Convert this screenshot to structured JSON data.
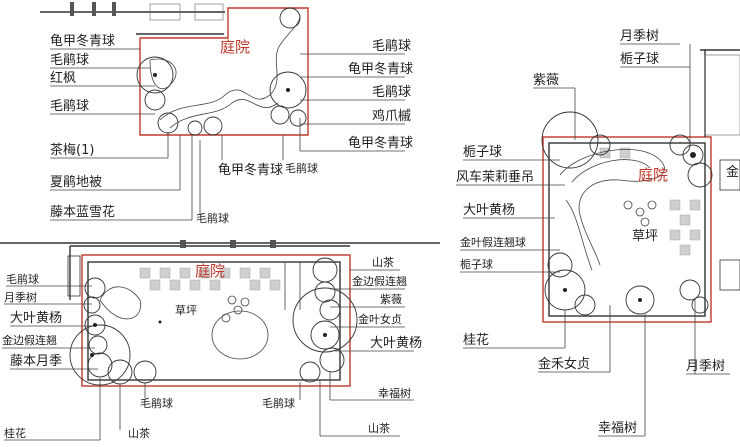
{
  "plan_top_left": {
    "courtyard": "庭院",
    "labels": {
      "l1": "龟甲冬青球",
      "l2": "毛鹃球",
      "l3": "红枫",
      "l4": "毛鹃球",
      "l5": "茶梅(1)",
      "l6": "夏鹃地被",
      "l7": "藤本蓝雪花",
      "r1": "毛鹃球",
      "r2": "龟甲冬青球",
      "r3": "毛鹃球",
      "r4": "鸡爪槭",
      "r5": "龟甲冬青球",
      "b1": "龟甲冬青球",
      "b2": "毛鹃球",
      "b3": "毛鹃球"
    }
  },
  "plan_bottom_left": {
    "courtyard": "庭院",
    "lawn": "草坪",
    "labels": {
      "l1": "毛鹃球",
      "l2": "月季树",
      "l3": "大叶黄杨",
      "l4": "金边假连翘",
      "l5": "藤本月季",
      "l6": "桂花",
      "r1": "山茶",
      "r2": "金边假连翘",
      "r3": "紫薇",
      "r4": "金叶女贞",
      "r5": "大叶黄杨",
      "r6": "幸福树",
      "r7": "山茶",
      "b1": "毛鹃球",
      "b2": "山茶",
      "b3": "毛鹃球"
    }
  },
  "plan_right": {
    "courtyard": "庭院",
    "lawn": "草坪",
    "labels": {
      "t1": "月季树",
      "t2": "栀子球",
      "t3": "紫薇",
      "l1": "栀子球",
      "l2": "风车茉莉垂吊",
      "l3": "大叶黄杨",
      "l4": "金叶假连翘球",
      "l5": "栀子球",
      "l6": "桂花",
      "b1": "金禾女贞",
      "b2": "幸福树",
      "b3": "月季树",
      "e1": "金"
    }
  }
}
